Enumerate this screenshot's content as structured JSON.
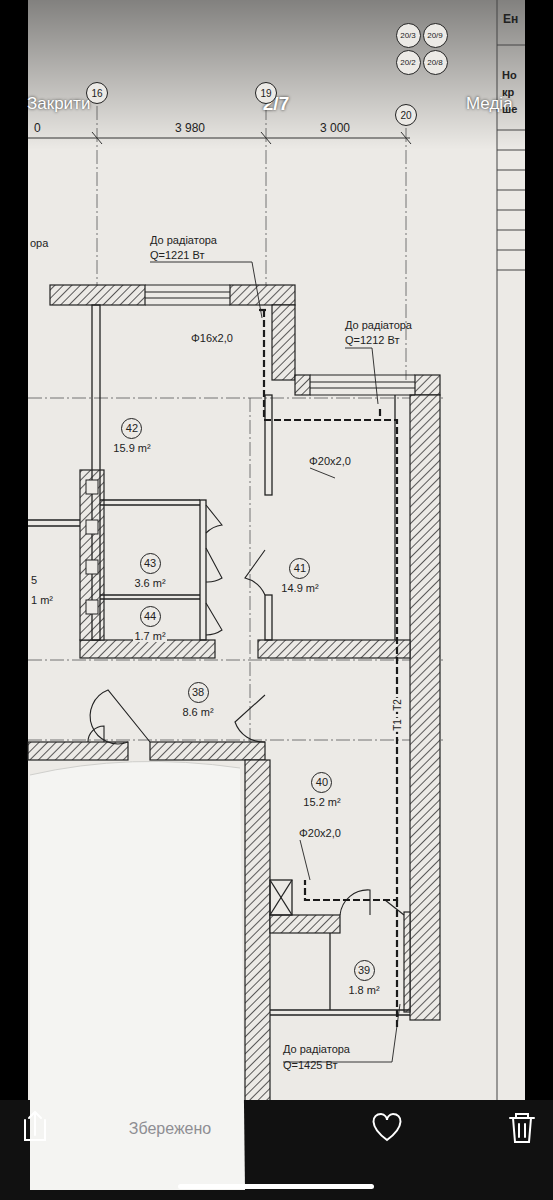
{
  "diagram": {
    "nodes": [
      {
        "text": [
          "16"
        ]
      },
      {
        "text": [
          "19"
        ]
      },
      {
        "text": [
          "20"
        ]
      },
      {
        "text": [
          "20/3"
        ]
      },
      {
        "text": [
          "20/9"
        ]
      },
      {
        "text": [
          "20/2"
        ]
      },
      {
        "text": [
          "20/8"
        ]
      },
      {
        "text": [
          "42",
          "15.9 m²"
        ]
      },
      {
        "text": [
          "43",
          "3.6 m²"
        ]
      },
      {
        "text": [
          "44",
          "1.7 m²"
        ]
      },
      {
        "text": [
          "41",
          "14.9 m²"
        ]
      },
      {
        "text": [
          "38",
          "8.6 m²"
        ]
      },
      {
        "text": [
          "40",
          "15.2 m²"
        ]
      },
      {
        "text": [
          "39",
          "1.8 m²"
        ]
      }
    ],
    "labels": [
      "Закрити",
      "2/7",
      "Медіа",
      "Збережено",
      "0",
      "3 980",
      "3 000",
      "До радіатора",
      "Q=1221 Вт",
      "Φ16x2,0",
      "До радіатора",
      "Q=1212 Вт",
      "Φ20x2,0",
      "T1",
      "T2",
      "Φ20x2,0",
      "До радіатора",
      "Q=1425 Вт",
      "ора",
      "5",
      "1 m²",
      "Ен",
      "Но",
      "кр",
      "ше"
    ]
  }
}
